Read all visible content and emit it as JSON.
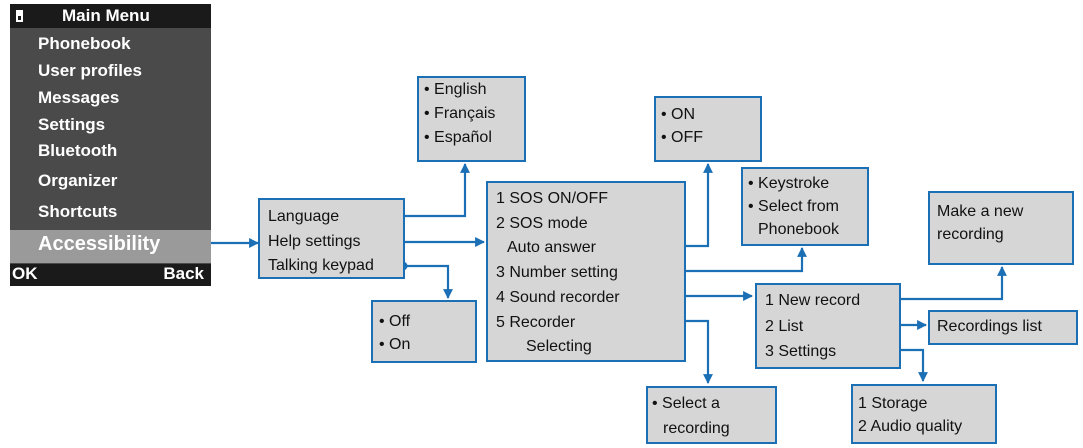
{
  "phone": {
    "title": "Main Menu",
    "items": [
      "Phonebook",
      "User profiles",
      "Messages",
      "Settings",
      "Bluetooth",
      "Organizer",
      "Shortcuts"
    ],
    "selected": "Accessibility",
    "soft_left": "OK",
    "soft_right": "Back"
  },
  "accessibility_menu": [
    "Language",
    "Help settings",
    "Talking keypad"
  ],
  "language_options": [
    "• English",
    "• Français",
    "• Español"
  ],
  "keypad_options": [
    "• Off",
    "• On"
  ],
  "help_menu": [
    "1 SOS ON/OFF",
    "2 SOS mode",
    "Auto answer",
    "3 Number setting",
    "4 Sound recorder",
    "5 Recorder",
    "Selecting"
  ],
  "onoff_options": [
    "• ON",
    "• OFF"
  ],
  "number_options": [
    "• Keystroke",
    "• Select from",
    "Phonebook"
  ],
  "recorder_select": [
    "• Select a",
    "recording"
  ],
  "sound_recorder_menu": [
    "1 New record",
    "2 List",
    "3 Settings"
  ],
  "new_recording": [
    "Make a new",
    "recording"
  ],
  "recordings_list": "Recordings list",
  "recorder_settings": [
    "1 Storage",
    "2 Audio quality"
  ],
  "colors": {
    "connector": "#1b6fb5",
    "box_fill": "#d6d6d6",
    "screen_dark": "#1a1a1a",
    "screen_body": "#4a4a4a",
    "screen_selected": "#9a9a9a"
  }
}
